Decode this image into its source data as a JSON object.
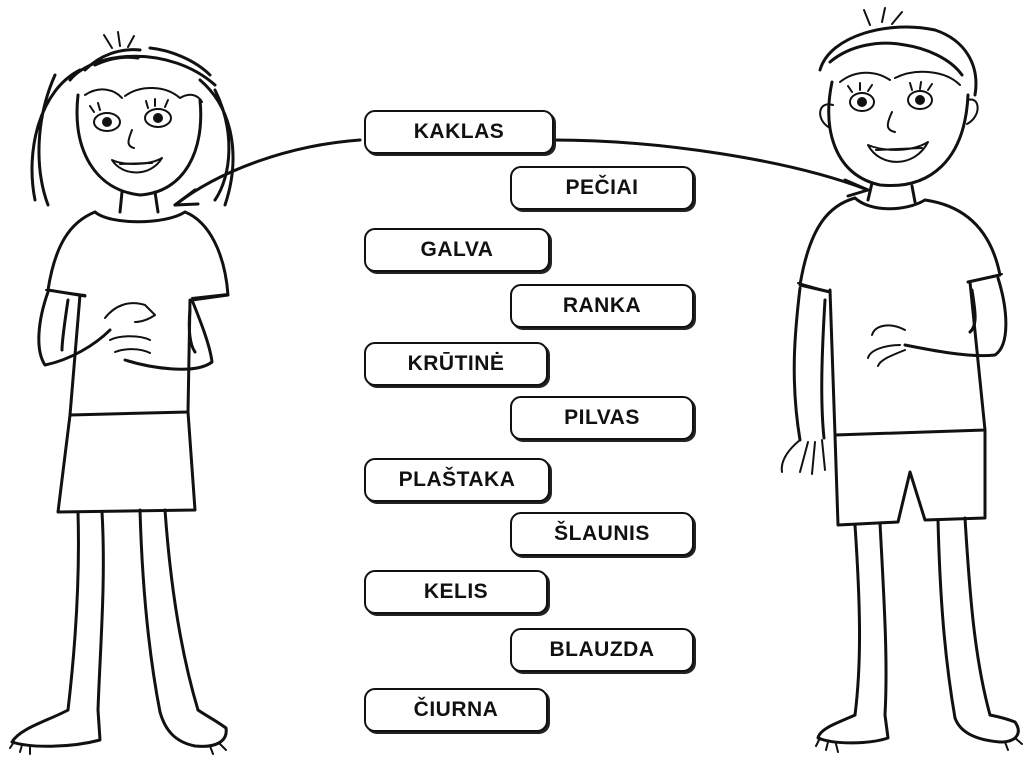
{
  "labels": {
    "neck": "KAKLAS",
    "shoulders": "PEČIAI",
    "head": "GALVA",
    "hand": "RANKA",
    "chest": "KRŪTINĖ",
    "belly": "PILVAS",
    "palm": "PLAŠTAKA",
    "thigh": "ŠLAUNIS",
    "knee": "KELIS",
    "shin": "BLAUZDA",
    "ankle": "ČIURNA"
  }
}
